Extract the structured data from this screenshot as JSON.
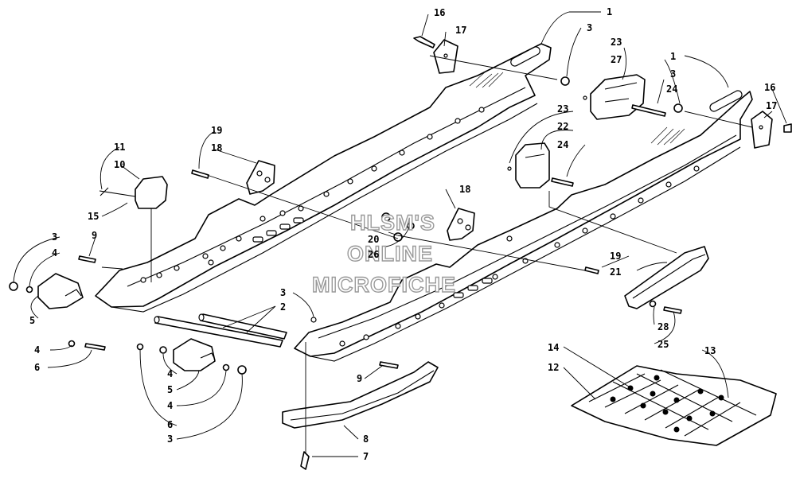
{
  "watermark": [
    "HLSM'S",
    "ONLINE",
    "MICROFICHE"
  ],
  "callouts": [
    "1",
    "3",
    "23",
    "27",
    "16",
    "17",
    "1",
    "3",
    "24",
    "16",
    "17",
    "23",
    "22",
    "24",
    "19",
    "18",
    "11",
    "10",
    "15",
    "18",
    "20",
    "26",
    "19",
    "21",
    "3",
    "4",
    "9",
    "5",
    "4",
    "6",
    "3",
    "2",
    "28",
    "25",
    "14",
    "12",
    "13",
    "4",
    "5",
    "4",
    "6",
    "3",
    "9",
    "8",
    "7"
  ]
}
